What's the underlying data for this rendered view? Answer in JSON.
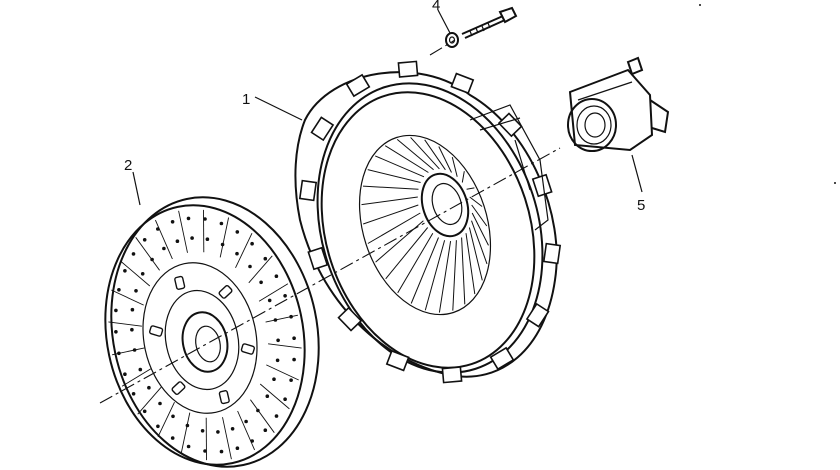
{
  "diagram": {
    "parts": [
      {
        "id": "1",
        "label": "1"
      },
      {
        "id": "2",
        "label": "2"
      },
      {
        "id": "4",
        "label": "4"
      },
      {
        "id": "5",
        "label": "5"
      }
    ],
    "colors": {
      "ink": "#111111",
      "background": "#ffffff"
    }
  }
}
